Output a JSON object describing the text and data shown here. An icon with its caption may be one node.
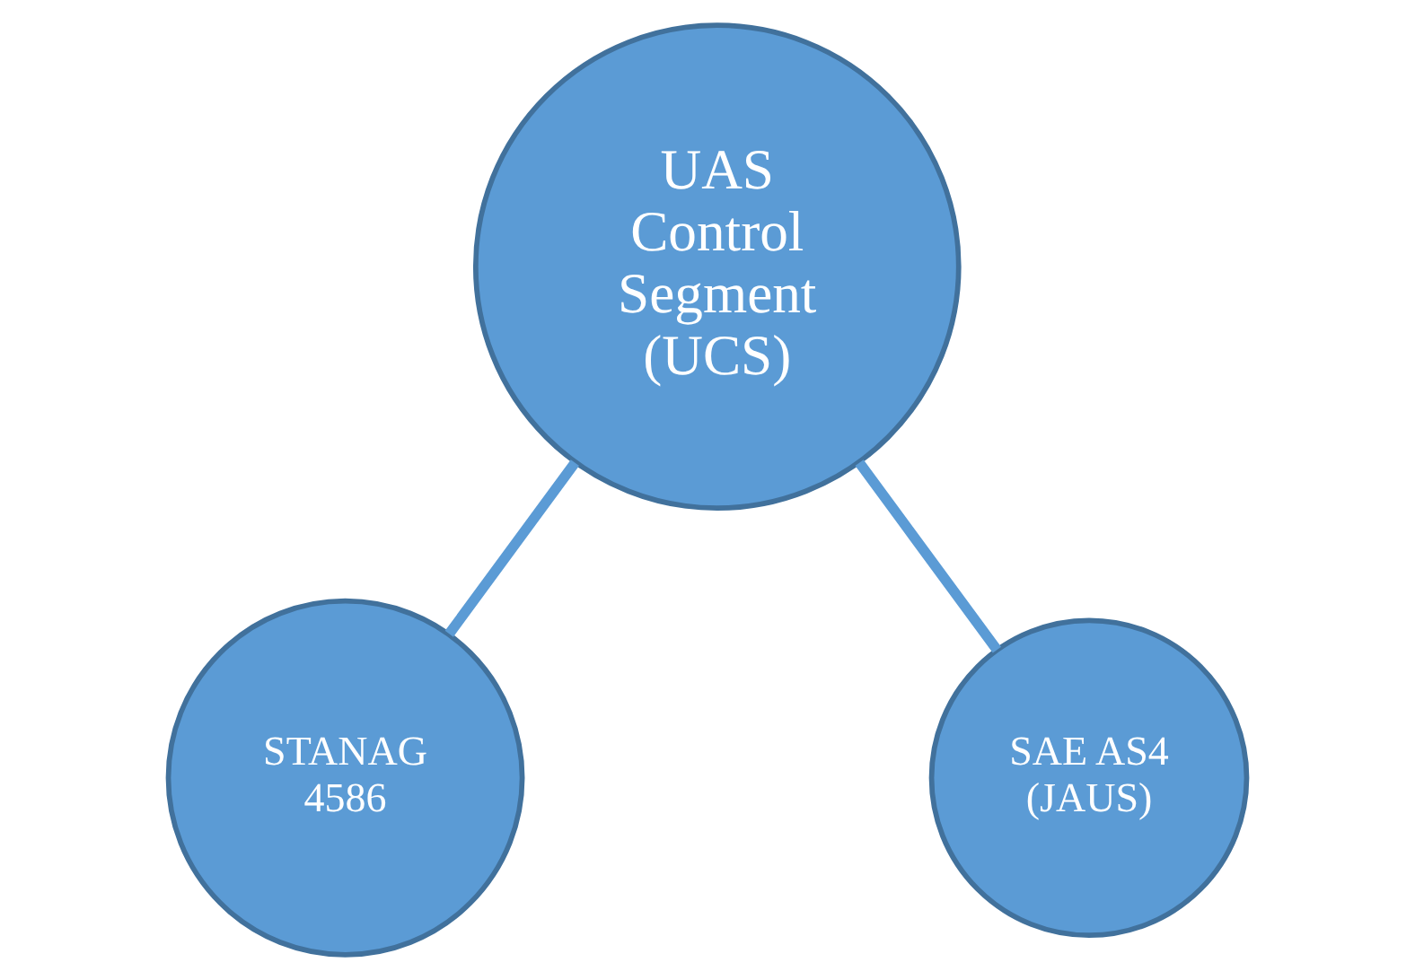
{
  "diagram": {
    "nodes": [
      {
        "text": [
          "UAS Control Segment (UCS)"
        ]
      },
      {
        "text": [
          "STANAG 4586"
        ]
      },
      {
        "text": [
          "SAE AS4 (JAUS)"
        ]
      }
    ],
    "edges": [
      {
        "from": 0,
        "to": 1,
        "arrow": "none"
      },
      {
        "from": 0,
        "to": 2,
        "arrow": "none"
      }
    ]
  }
}
